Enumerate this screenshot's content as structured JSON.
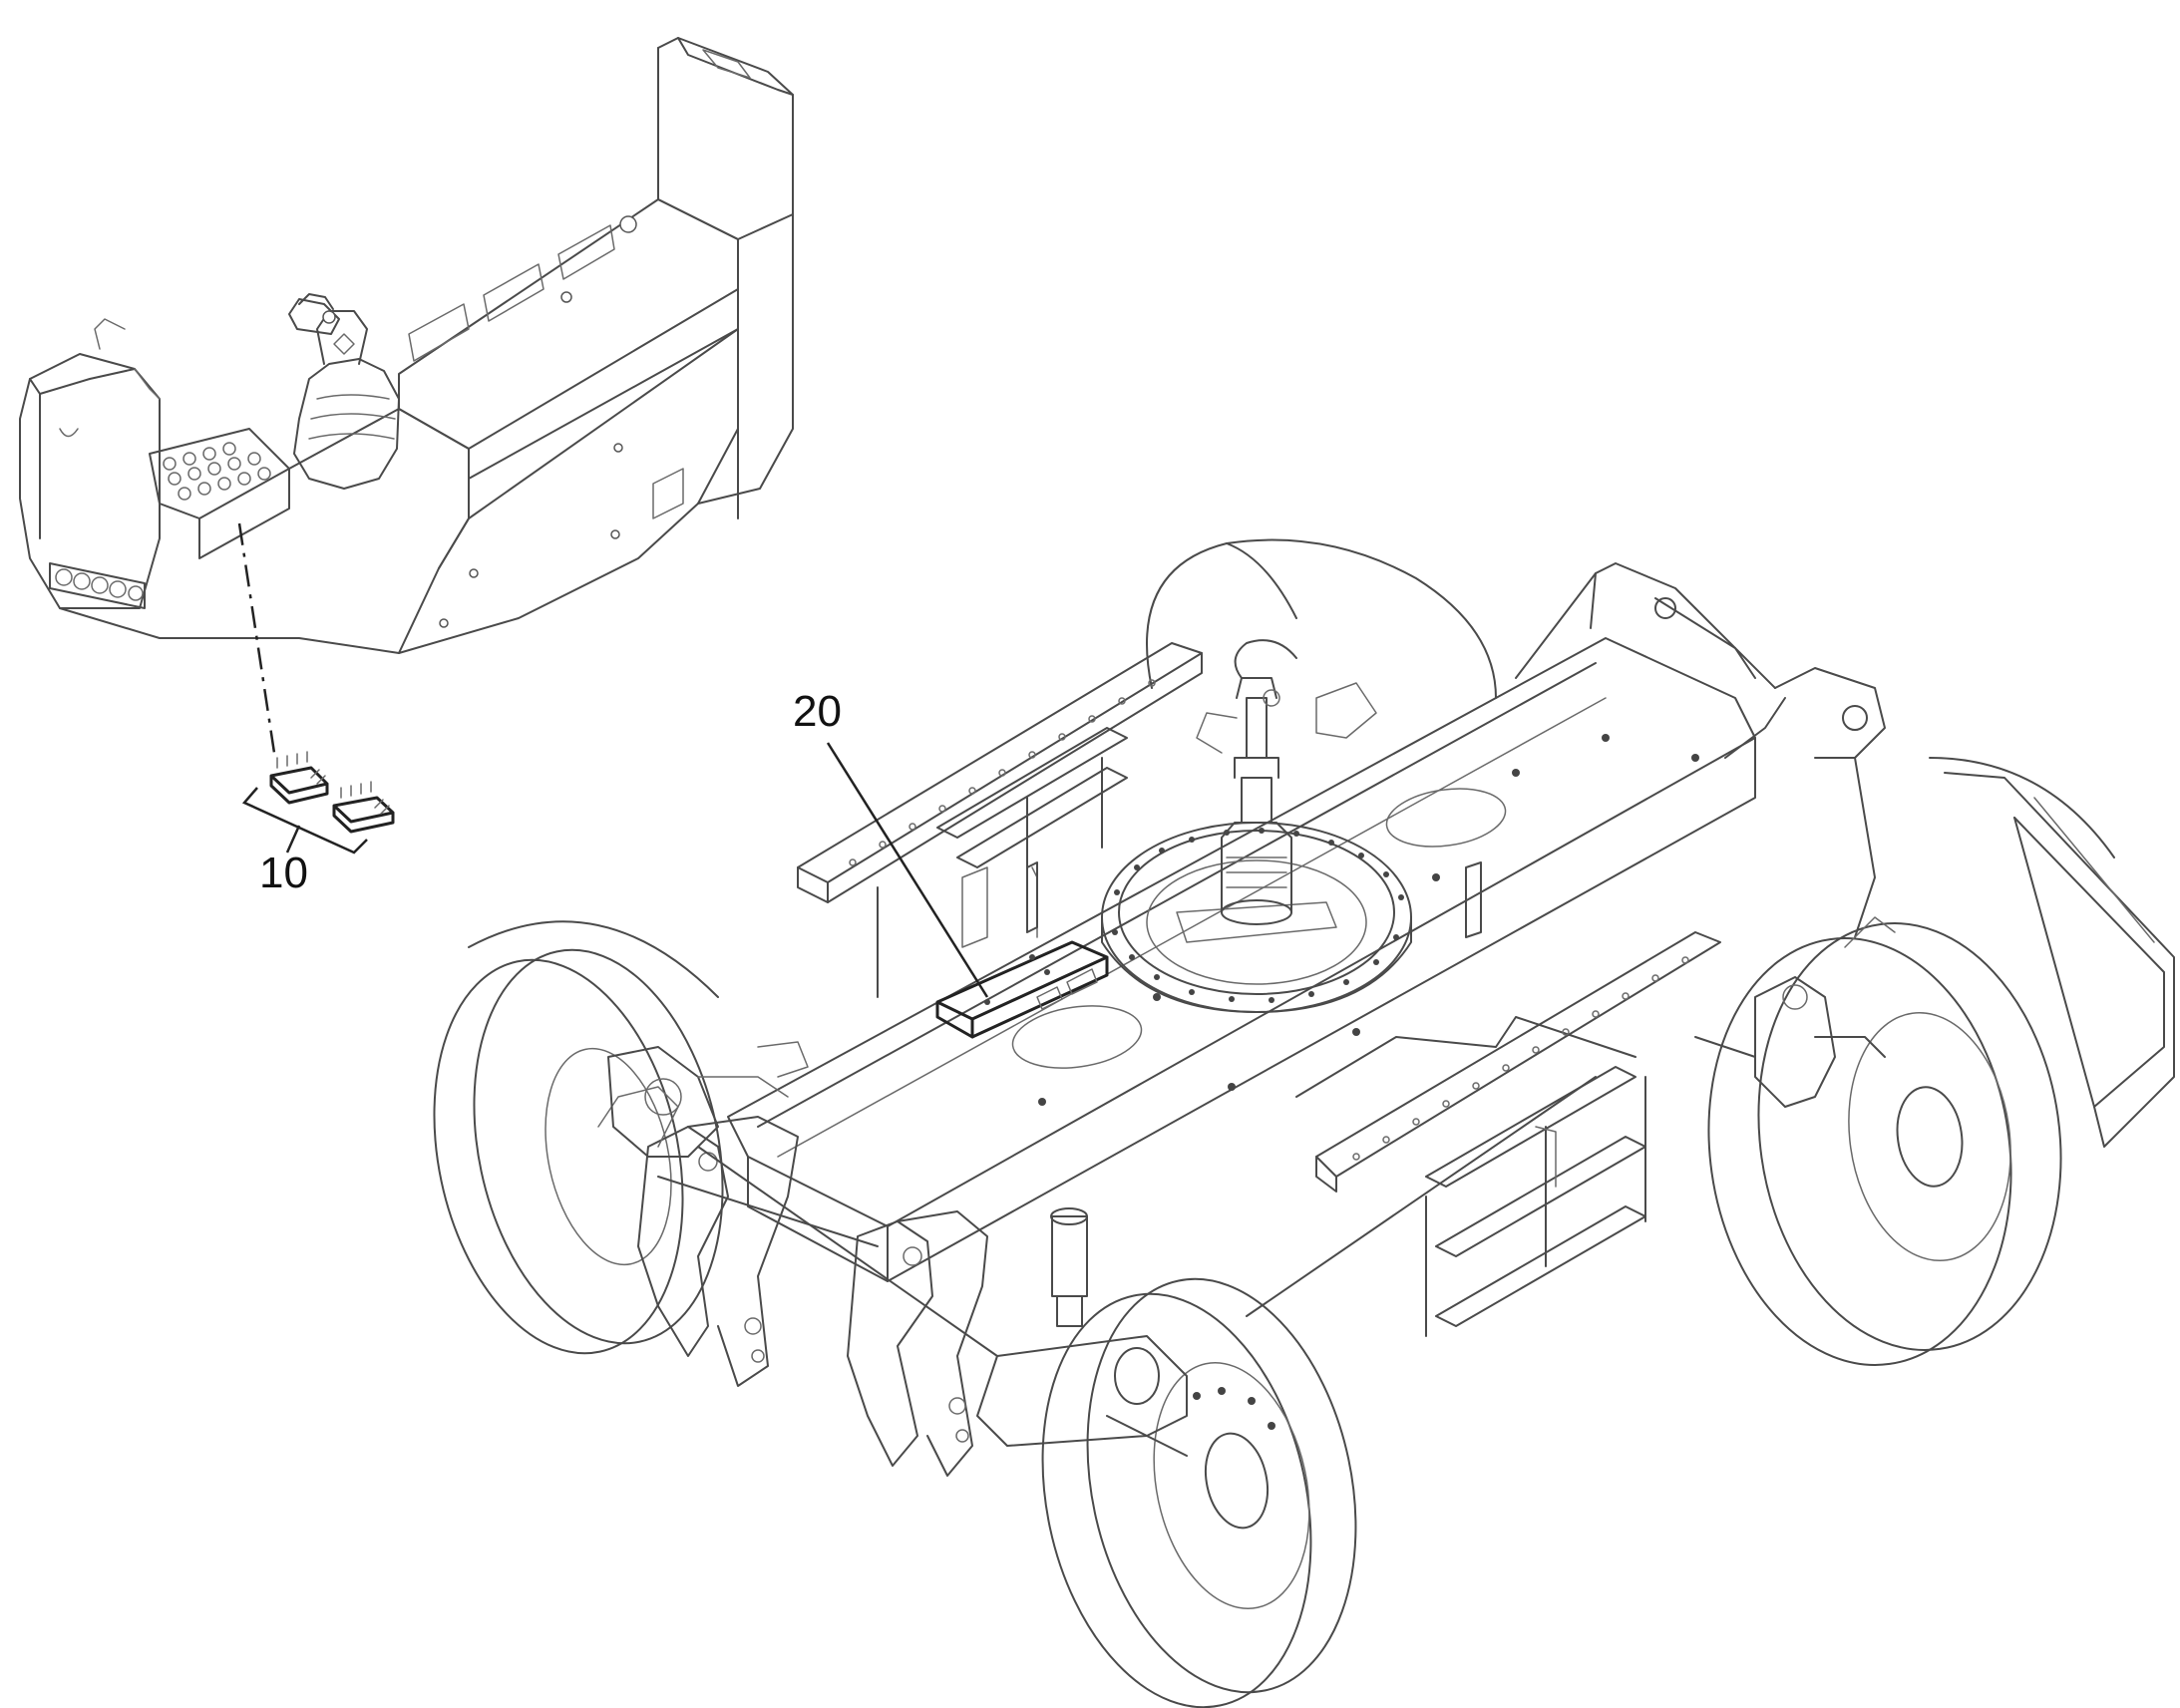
{
  "callouts": [
    {
      "id": "10",
      "label": "10"
    },
    {
      "id": "20",
      "label": "20"
    }
  ],
  "colors": {
    "line": "#4a4a4a",
    "background": "#ffffff",
    "text": "#111111"
  }
}
